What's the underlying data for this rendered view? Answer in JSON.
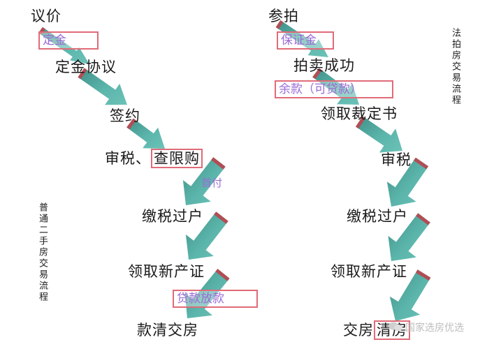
{
  "left_flow": {
    "step1": "议价",
    "step1_note": "定金",
    "step2": "定金协议",
    "step3": "签约",
    "step4_prefix": "审税、",
    "step4_boxed": "查限购",
    "step4_note": "首付",
    "step5": "缴税过户",
    "step6": "领取新产证",
    "step6_note": "贷款放款",
    "step7": "款清交房",
    "side_title": "普通二手房交易流程"
  },
  "right_flow": {
    "step1": "参拍",
    "step1_note": "保证金",
    "step2": "拍卖成功",
    "step2_note": "余款（可贷款）",
    "step3": "领取裁定书",
    "step4": "审税",
    "step5": "缴税过户",
    "step6": "领取新产证",
    "step7_prefix": "交房",
    "step7_boxed": "清房",
    "side_title": "法拍房交易流程"
  },
  "watermark": {
    "text": "国家选房优选",
    "icon": "wechat-icon"
  },
  "colors": {
    "arrow": "#5bb5ab",
    "arrow_dark": "#3f8f87",
    "arrow_tail": "#b24d55",
    "box_border": "#e06b78",
    "note_text": "#9b6bd6"
  }
}
